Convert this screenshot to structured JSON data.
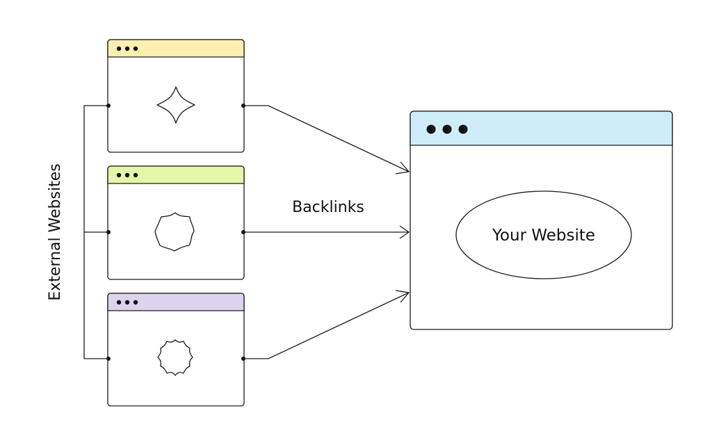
{
  "diagram": {
    "side_label": "External Websites",
    "edge_label": "Backlinks",
    "target_label": "Your Website",
    "sources": [
      {
        "id": "source-1",
        "bar_color": "#FDF0B0",
        "shape": "four-point-star-icon"
      },
      {
        "id": "source-2",
        "bar_color": "#E6F6A8",
        "shape": "seven-point-blob-icon"
      },
      {
        "id": "source-3",
        "bar_color": "#DDD3EE",
        "shape": "eight-point-flower-icon"
      }
    ],
    "target_bar_color": "#CFECFB",
    "stroke_color": "#1A1A1A"
  }
}
